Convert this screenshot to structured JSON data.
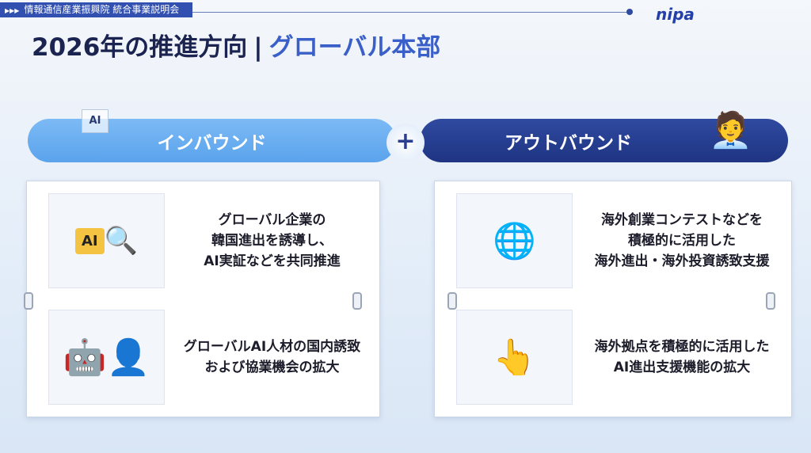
{
  "header": {
    "tag": "情報通信産業振興院 統合事業説明会",
    "logo": "nipa",
    "title_main": "2026年の推進方向",
    "separator": "|",
    "title_sub": "グローバル本部"
  },
  "inbound": {
    "label": "インバウンド",
    "badge": "AI",
    "items": [
      {
        "text": "グローバル企業の\n韓国進出を誘導し、\nAI実証などを共同推進",
        "icon": "ai-chip-magnifier-icon",
        "icon_label": "AI"
      },
      {
        "text": "グローバルAI人材の国内誘致\nおよび協業機会の拡大",
        "icon": "ai-human-face-icon"
      }
    ]
  },
  "plus": "+",
  "outbound": {
    "label": "アウトバウンド",
    "items": [
      {
        "text": "海外創業コンテストなどを\n積極的に活用した\n海外進出・海外投資誘致支援",
        "icon": "globe-network-icon"
      },
      {
        "text": "海外拠点を積極的に活用した\nAI進出支援機能の拡大",
        "icon": "network-touch-icon"
      }
    ]
  }
}
